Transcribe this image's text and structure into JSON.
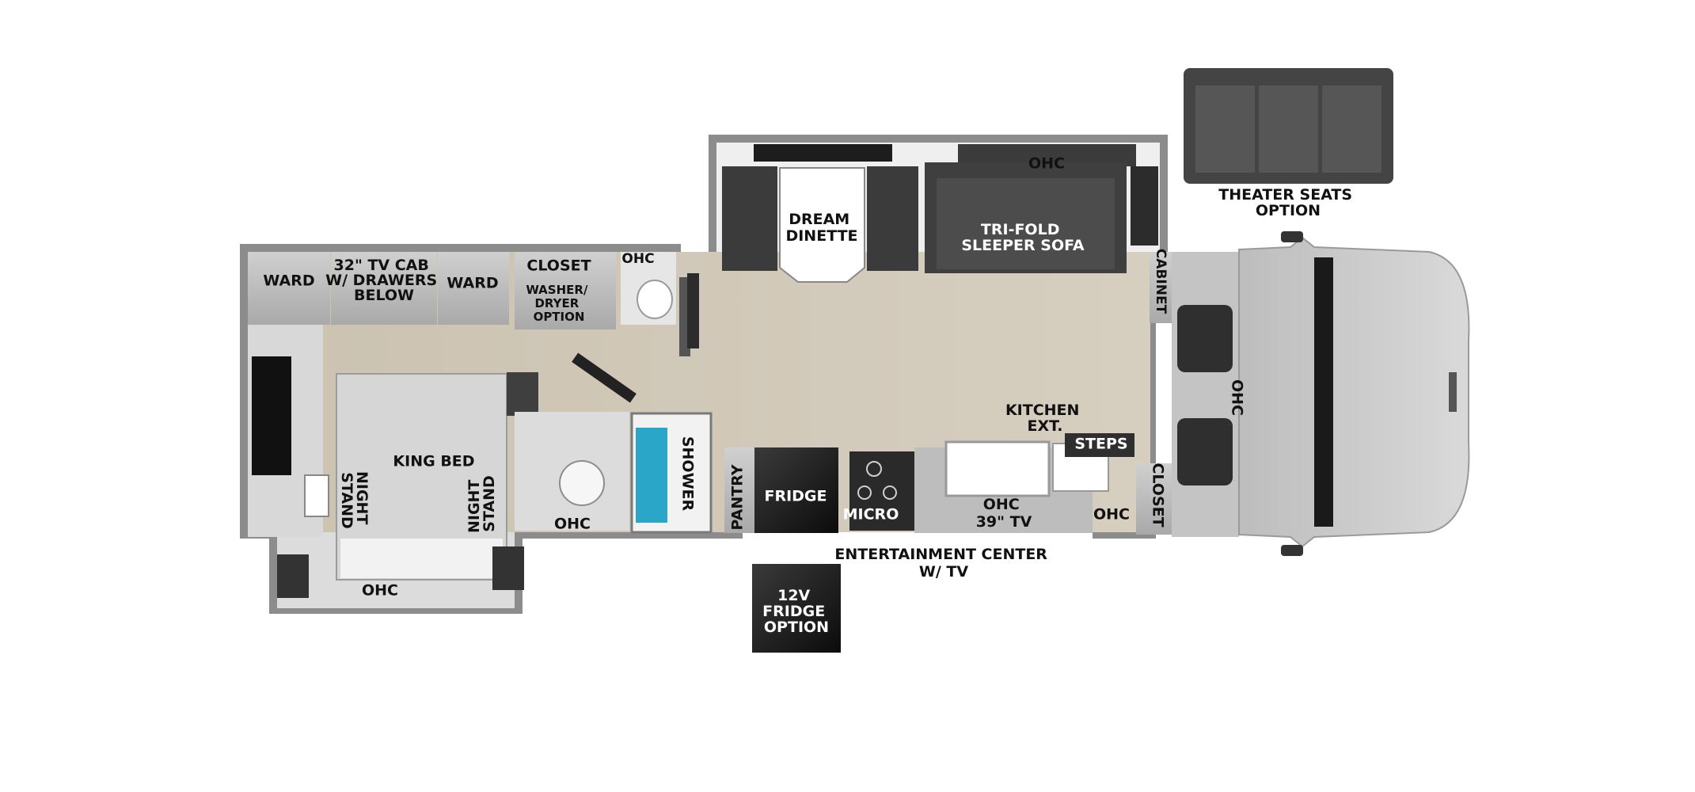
{
  "labels": {
    "ward_left": "WARD",
    "tv_cab": [
      "32\" TV CAB",
      "W/ DRAWERS",
      "BELOW"
    ],
    "ward_right": "WARD",
    "closet_rear": "CLOSET",
    "washer_dryer": [
      "WASHER/",
      "DRYER",
      "OPTION"
    ],
    "ohc_bath": "OHC",
    "king_bed": "KING BED",
    "night_stand_left": [
      "NIGHT",
      "STAND"
    ],
    "night_stand_right": [
      "NIGHT",
      "STAND"
    ],
    "ohc_bath_lower": "OHC",
    "ohc_bedroom": "OHC",
    "shower": "SHOWER",
    "pantry": "PANTRY",
    "fridge": "FRIDGE",
    "micro": "MICRO",
    "ohc_tv": [
      "OHC",
      "39\" TV"
    ],
    "kitchen_ext": [
      "KITCHEN",
      "EXT."
    ],
    "steps": "STEPS",
    "ohc_front": "OHC",
    "closet_front": "CLOSET",
    "cabinet": "CABINET",
    "ohc_cab": "OHC",
    "dream_dinette": [
      "DREAM",
      "DINETTE"
    ],
    "ohc_sofa": "OHC",
    "sleeper_sofa": [
      "TRI-FOLD",
      "SLEEPER SOFA"
    ],
    "entertainment": [
      "ENTERTAINMENT CENTER",
      "W/ TV"
    ],
    "fridge_option": [
      "12V",
      "FRIDGE",
      "OPTION"
    ],
    "theater_seats": [
      "THEATER SEATS",
      "OPTION"
    ]
  },
  "colors": {
    "wall": "#8a8a8a",
    "floor": "#cfc6b6",
    "cabinet": "#b9b9b9",
    "dark": "#3e3e3e",
    "cab_body": "#c9c9c9",
    "shower_accent": "#2aa6c9"
  }
}
